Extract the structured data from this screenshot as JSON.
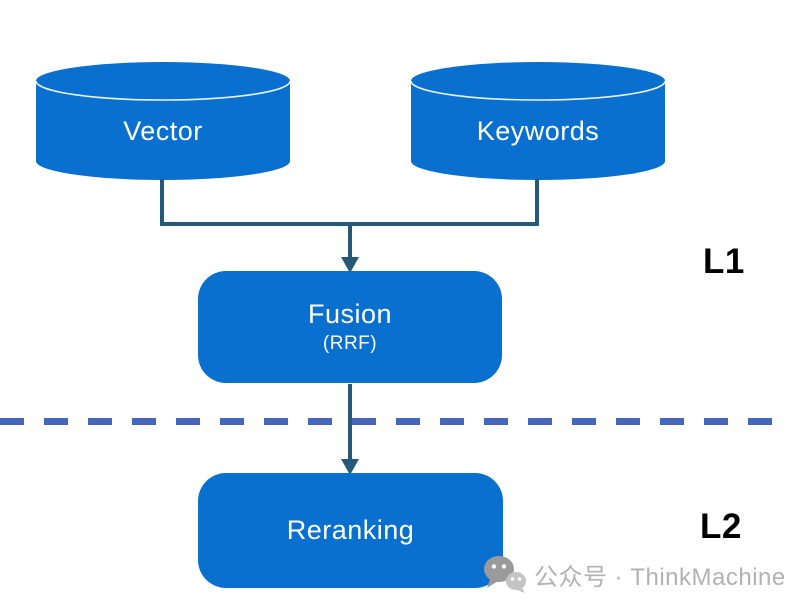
{
  "diagram": {
    "nodes": {
      "vector": {
        "label": "Vector",
        "shape": "cylinder"
      },
      "keywords": {
        "label": "Keywords",
        "shape": "cylinder"
      },
      "fusion": {
        "label": "Fusion",
        "sublabel": "(RRF)",
        "shape": "rounded-rect"
      },
      "reranking": {
        "label": "Reranking",
        "shape": "rounded-rect"
      }
    },
    "edges": [
      {
        "from": "vector",
        "to": "fusion",
        "type": "arrow"
      },
      {
        "from": "keywords",
        "to": "fusion",
        "type": "arrow"
      },
      {
        "from": "fusion",
        "to": "reranking",
        "type": "arrow"
      }
    ],
    "layers": {
      "l1": "L1",
      "l2": "L2"
    },
    "divider": {
      "style": "dashed"
    }
  },
  "watermark": {
    "icon": "wechat-icon",
    "text": "公众号 · ThinkMachine"
  },
  "colors": {
    "shape_blue": "#0a70d0",
    "connector": "#25597a",
    "dashed_line": "#4467bd",
    "label_text": "#000000",
    "node_text": "#ffffff",
    "watermark_gray": "#b2b2b2"
  }
}
